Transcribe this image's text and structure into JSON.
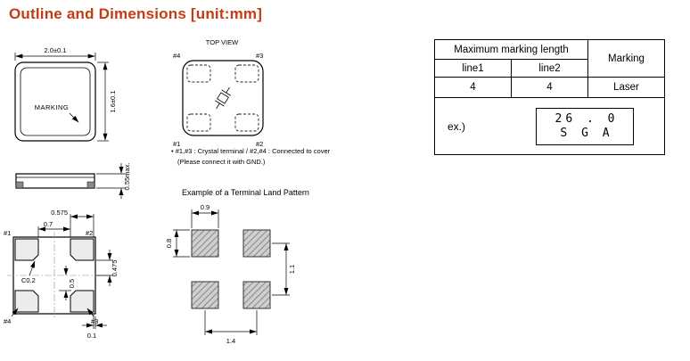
{
  "title": "Outline and Dimensions [unit:mm]",
  "colors": {
    "title": "#c63c12",
    "hatch": "#8f8f8f"
  },
  "package_view": {
    "width_dim": "2.0±0.1",
    "height_dim": "1.6±0.1",
    "marking_label": "MARKING"
  },
  "side_view": {
    "thickness_dim": "0.55max."
  },
  "bottom_view": {
    "pin1": "#1",
    "pin2": "#2",
    "pin3": "#3",
    "pin4": "#4",
    "dim_pad_width": "0.575",
    "dim_pad_gap": "0.7",
    "chamfer": "C0.2",
    "dim_center_gap": "0.5",
    "dim_pad_offset": "0.475",
    "dim_edge": "0.1"
  },
  "top_view": {
    "title": "TOP VIEW",
    "pin1": "#1",
    "pin2": "#2",
    "pin3": "#3",
    "pin4": "#4",
    "note_line1": "• #1,#3 : Crystal terminal / #2,#4 : Connected to cover",
    "note_line2": "(Please connect it with GND.)"
  },
  "land_pattern": {
    "title": "Example of a Terminal Land Pattern",
    "dim_pad_width": "0.9",
    "dim_pad_height": "0.8",
    "dim_pitch_v": "1.1",
    "dim_pitch_h": "1.4"
  },
  "marking_table": {
    "header": "Maximum marking length",
    "subheaders": [
      "line1",
      "line2"
    ],
    "marking_col": "Marking",
    "values": [
      "4",
      "4"
    ],
    "marking_method": "Laser",
    "example_label": "ex.)",
    "example_line1": "26 . 0",
    "example_line2": "S G A"
  }
}
